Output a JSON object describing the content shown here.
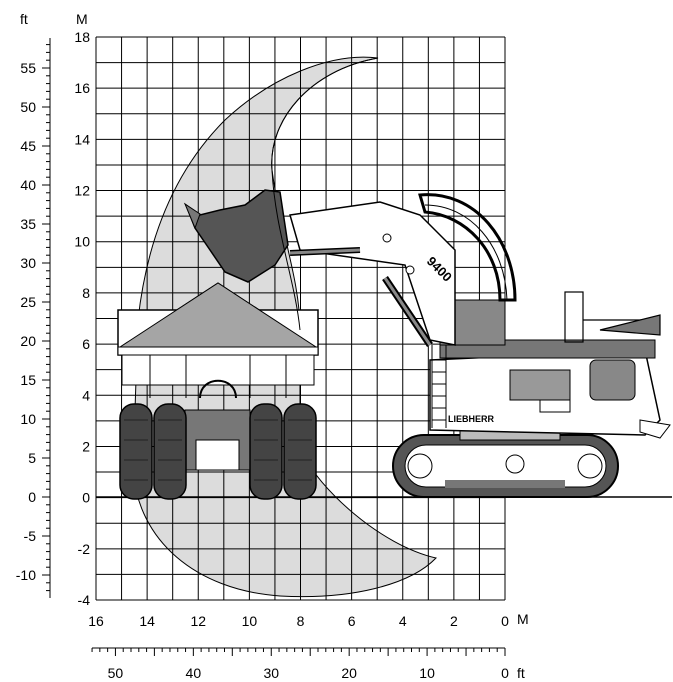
{
  "units": {
    "ft_left": "ft",
    "m_left": "M",
    "m_bottom": "M",
    "ft_bottom": "ft"
  },
  "metric_y_labels": [
    "18",
    "16",
    "14",
    "12",
    "10",
    "8",
    "6",
    "4",
    "2",
    "0",
    "-2",
    "-4"
  ],
  "ft_y_labels": [
    "55",
    "50",
    "45",
    "40",
    "35",
    "30",
    "25",
    "20",
    "15",
    "10",
    "5",
    "0",
    "-5",
    "-10"
  ],
  "metric_x_labels": [
    "16",
    "14",
    "12",
    "10",
    "8",
    "6",
    "4",
    "2",
    "0"
  ],
  "ft_x_labels": [
    "50",
    "40",
    "30",
    "20",
    "10",
    "0"
  ],
  "machine": {
    "model_text": "9400",
    "brand_text": "LIEBHERR"
  },
  "colors": {
    "envelope": "#dcdcdc",
    "dark_gray": "#555555",
    "mid_gray": "#9a9a9a",
    "line": "#000000"
  }
}
